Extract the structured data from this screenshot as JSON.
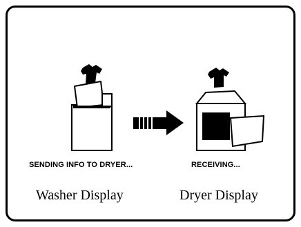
{
  "washer": {
    "status_text": "SENDING INFO TO DRYER...",
    "caption": "Washer Display"
  },
  "dryer": {
    "status_text": "RECEIVING...",
    "caption": "Dryer Display"
  },
  "icons": {
    "washer": "washer-with-shirt-icon",
    "transfer": "transfer-arrow-icon",
    "dryer": "dryer-with-shirt-icon"
  }
}
